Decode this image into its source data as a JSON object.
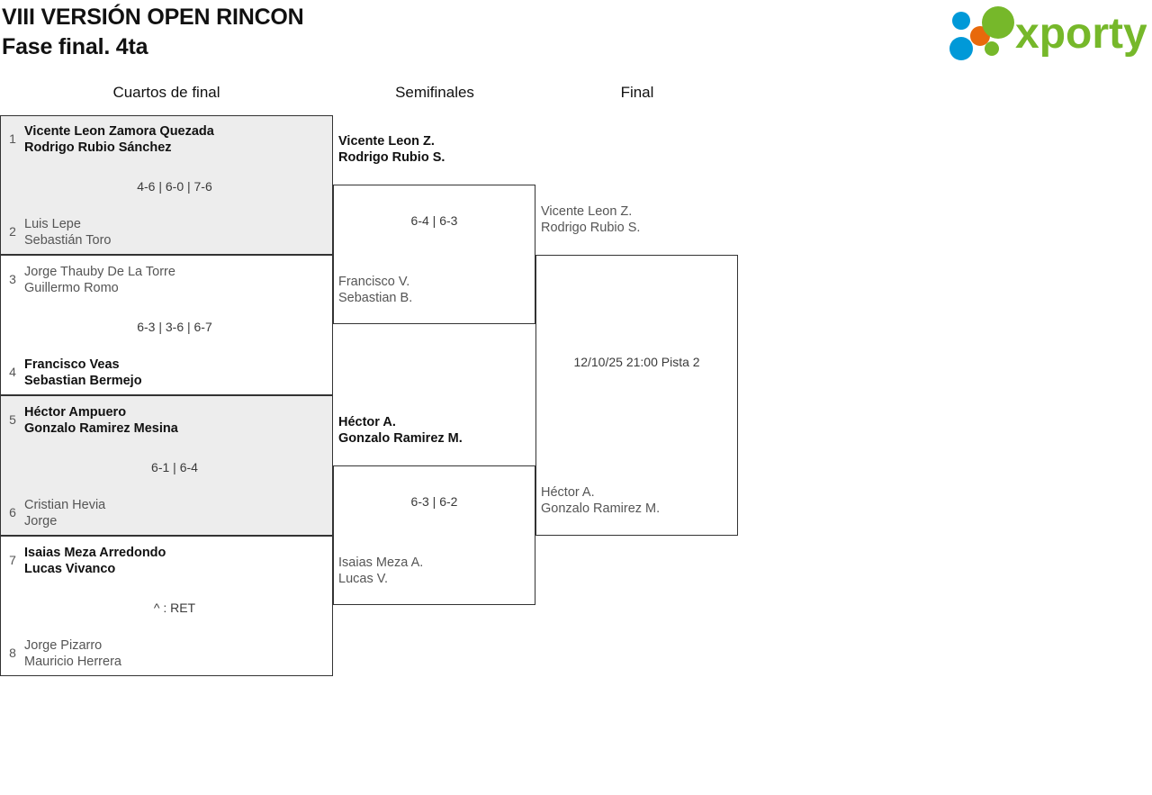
{
  "header": {
    "title_line1": "VIII VERSIÓN OPEN RINCON",
    "title_line2": "Fase final. 4ta",
    "logo_text": "xporty",
    "logo_colors": {
      "green": "#76b82a",
      "blue": "#0099d8",
      "orange": "#e8690b"
    }
  },
  "rounds": [
    {
      "id": "quarterfinals",
      "label": "Cuartos de final"
    },
    {
      "id": "semifinals",
      "label": "Semifinales"
    },
    {
      "id": "final",
      "label": "Final"
    }
  ],
  "quarterfinals": [
    {
      "score": "4-6 | 6-0 | 7-6",
      "top": {
        "seed": "1",
        "p1": "Vicente Leon Zamora Quezada",
        "p2": "Rodrigo Rubio Sánchez",
        "winner": true
      },
      "bottom": {
        "seed": "2",
        "p1": "Luis Lepe",
        "p2": "Sebastián Toro",
        "winner": false
      }
    },
    {
      "score": "6-3 | 3-6 | 6-7",
      "top": {
        "seed": "3",
        "p1": "Jorge Thauby De La Torre",
        "p2": "Guillermo Romo",
        "winner": false
      },
      "bottom": {
        "seed": "4",
        "p1": "Francisco Veas",
        "p2": "Sebastian Bermejo",
        "winner": true
      }
    },
    {
      "score": "6-1 | 6-4",
      "top": {
        "seed": "5",
        "p1": "Héctor Ampuero",
        "p2": "Gonzalo Ramirez Mesina",
        "winner": true
      },
      "bottom": {
        "seed": "6",
        "p1": "Cristian Hevia",
        "p2": "Jorge",
        "winner": false
      }
    },
    {
      "score": "^ : RET",
      "top": {
        "seed": "7",
        "p1": "Isaias Meza Arredondo",
        "p2": "Lucas Vivanco",
        "winner": true
      },
      "bottom": {
        "seed": "8",
        "p1": "Jorge Pizarro",
        "p2": "Mauricio Herrera",
        "winner": false
      }
    }
  ],
  "semifinals": [
    {
      "score": "6-4 | 6-3",
      "top": {
        "p1": "Vicente Leon Z.",
        "p2": "Rodrigo Rubio S.",
        "winner": true
      },
      "bottom": {
        "p1": "Francisco V.",
        "p2": "Sebastian B.",
        "winner": false
      }
    },
    {
      "score": "6-3 | 6-2",
      "top": {
        "p1": "Héctor A.",
        "p2": "Gonzalo Ramirez M.",
        "winner": true
      },
      "bottom": {
        "p1": "Isaias Meza A.",
        "p2": "Lucas V.",
        "winner": false
      }
    }
  ],
  "final": {
    "schedule": "12/10/25 21:00 Pista 2",
    "top": {
      "p1": "Vicente Leon Z.",
      "p2": "Rodrigo Rubio S.",
      "winner": false
    },
    "bottom": {
      "p1": "Héctor A.",
      "p2": "Gonzalo Ramirez M.",
      "winner": false
    }
  }
}
